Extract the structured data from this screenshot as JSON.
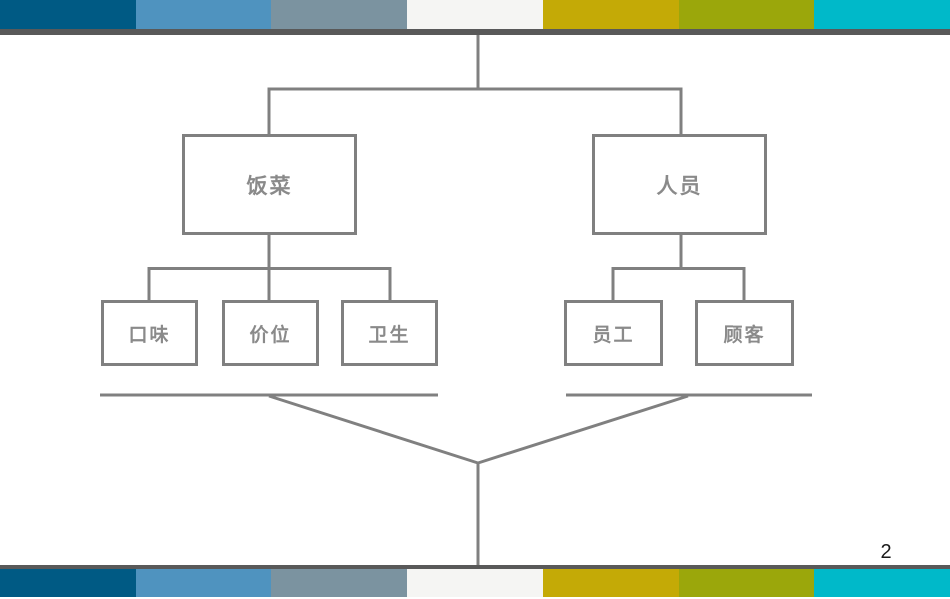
{
  "slide": {
    "page_number": "2",
    "background_color": "#ffffff",
    "rule_color": "#595959",
    "diagram_line_color": "#808080",
    "diagram_text_color": "#8a8a8a",
    "theme_strip_colors": [
      "#005a84",
      "#4f93bf",
      "#7b93a0",
      "#f5f5f3",
      "#c4aa06",
      "#9ba70b",
      "#00b9c9"
    ]
  },
  "diagram": {
    "root_groups": [
      {
        "label": "饭菜",
        "children": [
          {
            "label": "口味"
          },
          {
            "label": "价位"
          },
          {
            "label": "卫生"
          }
        ]
      },
      {
        "label": "人员",
        "children": [
          {
            "label": "员工"
          },
          {
            "label": "顾客"
          }
        ]
      }
    ]
  }
}
